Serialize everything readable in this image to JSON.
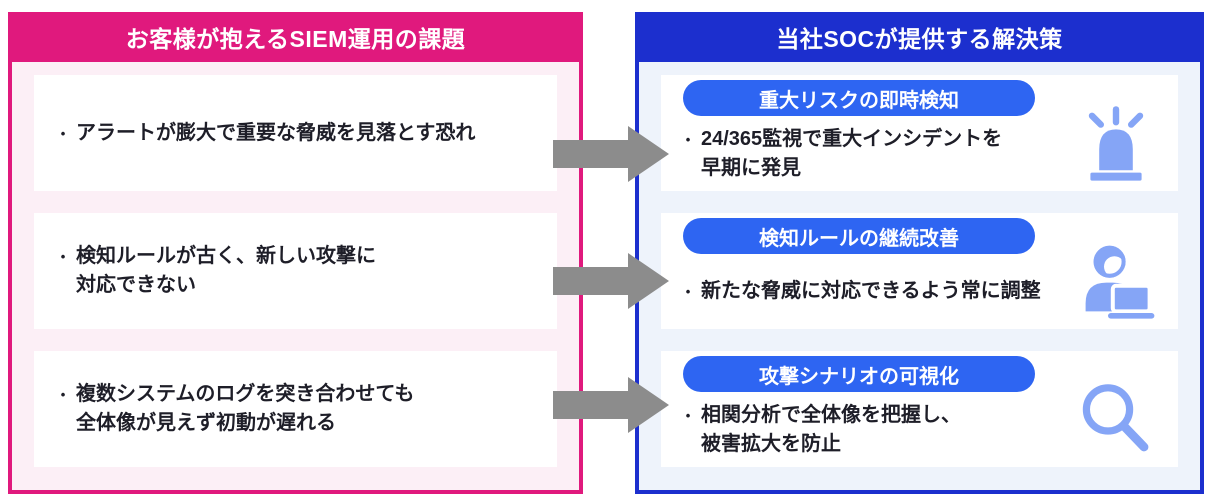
{
  "colors": {
    "pink": "#E0197D",
    "pink_bg": "#FCEFF6",
    "blue_dark": "#1C2FCE",
    "blue_badge": "#2E65F2",
    "blue_icon": "#85A5F6",
    "blue_bg": "#EEF3FB",
    "arrow": "#8C8C8C",
    "text": "#1E1E28"
  },
  "bullet": "•",
  "left": {
    "title": "お客様が抱えるSIEM運用の課題",
    "items": [
      {
        "text": "アラートが膨大で重要な脅威を見落とす恐れ"
      },
      {
        "text": "検知ルールが古く、新しい攻撃に\n対応できない"
      },
      {
        "text": "複数システムのログを突き合わせても\n全体像が見えず初動が遅れる"
      }
    ]
  },
  "right": {
    "title": "当社SOCが提供する解決策",
    "items": [
      {
        "badge": "重大リスクの即時検知",
        "text": "24/365監視で重大インシデントを\n早期に発見",
        "icon": "siren-icon"
      },
      {
        "badge": "検知ルールの継続改善",
        "text": "新たな脅威に対応できるよう常に調整",
        "icon": "analyst-icon"
      },
      {
        "badge": "攻撃シナリオの可視化",
        "text": "相関分析で全体像を把握し、\n被害拡大を防止",
        "icon": "magnifier-icon"
      }
    ]
  }
}
